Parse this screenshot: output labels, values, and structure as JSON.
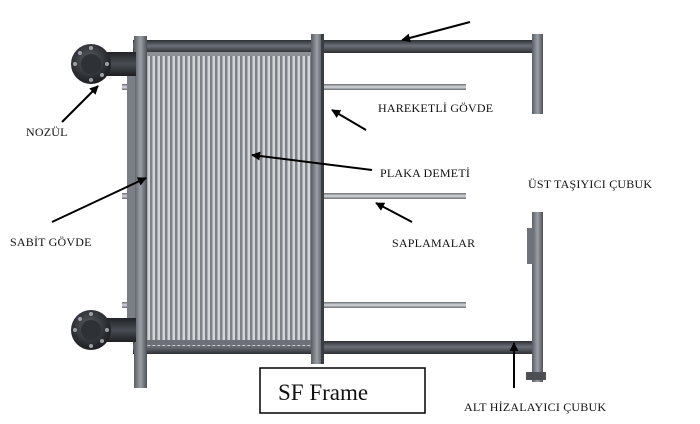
{
  "labels": {
    "nozzle": "NOZÜL",
    "moving_body": "HAREKETLİ GÖVDE",
    "plate_pack": "PLAKA DEMETİ",
    "top_carrier": "ÜST TAŞIYICI ÇUBUK",
    "fixed_body": "SABİT GÖVDE",
    "tie_bolts": "SAPLAMALAR",
    "bottom_guide": "ALT HİZALAYICI ÇUBUK"
  },
  "caption": "SF Frame",
  "colors": {
    "frame_dark": "#3c3f44",
    "frame_mid": "#6e737a",
    "plate_light": "#c9ccd0",
    "bolt": "#8d9197",
    "arrow": "#000000"
  }
}
